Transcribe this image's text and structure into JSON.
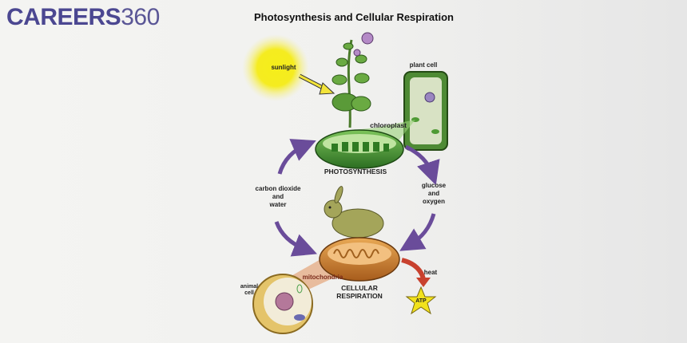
{
  "logo": {
    "bold": "CAREERS",
    "light": "360"
  },
  "title": "Photosynthesis and Cellular Respiration",
  "labels": {
    "sunlight": "sunlight",
    "plant_cell": "plant cell",
    "chloroplast": "chloroplast",
    "photosynthesis": "PHOTOSYNTHESIS",
    "carbon_dioxide": "carbon dioxide",
    "and1": "and",
    "water": "water",
    "glucose": "glucose",
    "and2": "and",
    "oxygen": "oxygen",
    "mitochondria": "mitochondria",
    "cellular": "CELLULAR",
    "respiration": "RESPIRATION",
    "animal": "animal",
    "cell": "cell",
    "heat": "heat",
    "atp": "ATP"
  },
  "colors": {
    "brand": "#4b4791",
    "cycle_arrow": "#7b5ea7",
    "sun": "#f5ee1a",
    "chloroplast": "#3f8a2e",
    "mitochondria": "#c87a2a",
    "heat_arrow": "#c8412e",
    "atp": "#f2e21c"
  }
}
